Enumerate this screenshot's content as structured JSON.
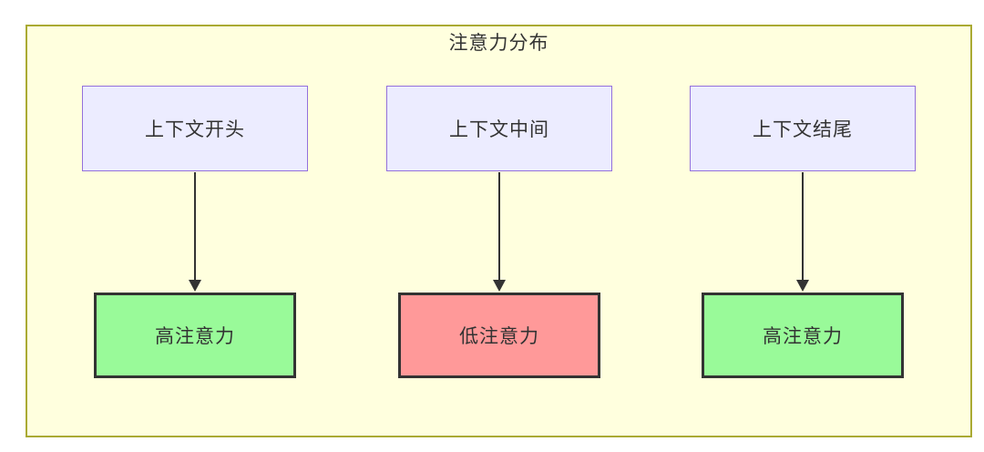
{
  "diagram": {
    "title": "注意力分布",
    "top_nodes": [
      {
        "label": "上下文开头"
      },
      {
        "label": "上下文中间"
      },
      {
        "label": "上下文结尾"
      }
    ],
    "bottom_nodes": [
      {
        "label": "高注意力",
        "status": "high"
      },
      {
        "label": "低注意力",
        "status": "low"
      },
      {
        "label": "高注意力",
        "status": "high"
      }
    ],
    "edges": [
      {
        "from": "上下文开头",
        "to": "高注意力"
      },
      {
        "from": "上下文中间",
        "to": "低注意力"
      },
      {
        "from": "上下文结尾",
        "to": "高注意力"
      }
    ],
    "colors": {
      "cluster_fill": "#ffffde",
      "cluster_stroke": "#aaaa33",
      "context_node_fill": "#ececff",
      "context_node_stroke": "#9370db",
      "high_attention_fill": "#99fa99",
      "low_attention_fill": "#ff9999",
      "line_and_text": "#333333"
    }
  }
}
